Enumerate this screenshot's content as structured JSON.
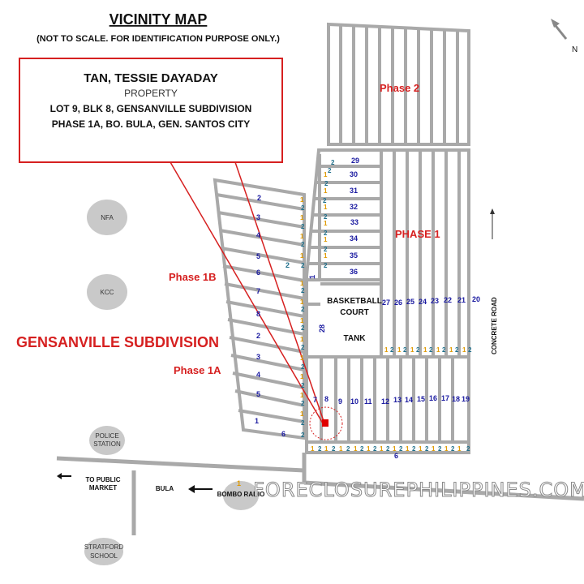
{
  "title": "VICINITY MAP",
  "subtitle": "(NOT TO SCALE. FOR IDENTIFICATION PURPOSE ONLY.)",
  "north_label": "N",
  "callout": {
    "owner": "TAN, TESSIE DAYADAY",
    "type": "PROPERTY",
    "line1": "LOT 9, BLK 8, GENSANVILLE SUBDIVISION",
    "line2": "PHASE 1A, BO. BULA,  GEN. SANTOS CITY"
  },
  "labels": {
    "phase2": "Phase 2",
    "phase1": "PHASE 1",
    "phase1b": "Phase 1B",
    "phase1a": "Phase 1A",
    "subdivision": "GENSANVILLE SUBDIVISION",
    "basketball": "BASKETBALL",
    "court": "COURT",
    "tank": "TANK",
    "concrete_road": "CONCRETE ROAD",
    "to_public": "TO PUBLIC",
    "market": "MARKET",
    "bula": "BULA",
    "bombo_radio": "BOMBO RADIO",
    "police": "POLICE",
    "station": "STATION",
    "stratford": "STRATFORD",
    "school": "SCHOOL",
    "nfa": "NFA",
    "kcc": "KCC",
    "watermark": "FORECLOSUREPHILIPPINES.COM"
  },
  "lots": {
    "phase1_left": [
      "29",
      "30",
      "31",
      "32",
      "33",
      "34",
      "35",
      "36"
    ],
    "phase1_top": [
      "27",
      "26",
      "25",
      "24",
      "23",
      "22",
      "21",
      "20"
    ],
    "phase1a_top": [
      "7",
      "8",
      "9",
      "10",
      "11",
      "12",
      "13",
      "14",
      "15",
      "16",
      "17",
      "18",
      "19"
    ],
    "phase1b_left": [
      "2",
      "3",
      "4",
      "5",
      "6",
      "7",
      "8",
      "2",
      "3",
      "4",
      "5",
      "1"
    ],
    "misc": [
      "28",
      "6",
      "6",
      "1",
      "2",
      "1"
    ]
  },
  "colors": {
    "road": "#a9a9a9",
    "lot_blue": "#1a1aa0",
    "accent_red": "#d62020",
    "marker": "#e00000"
  }
}
